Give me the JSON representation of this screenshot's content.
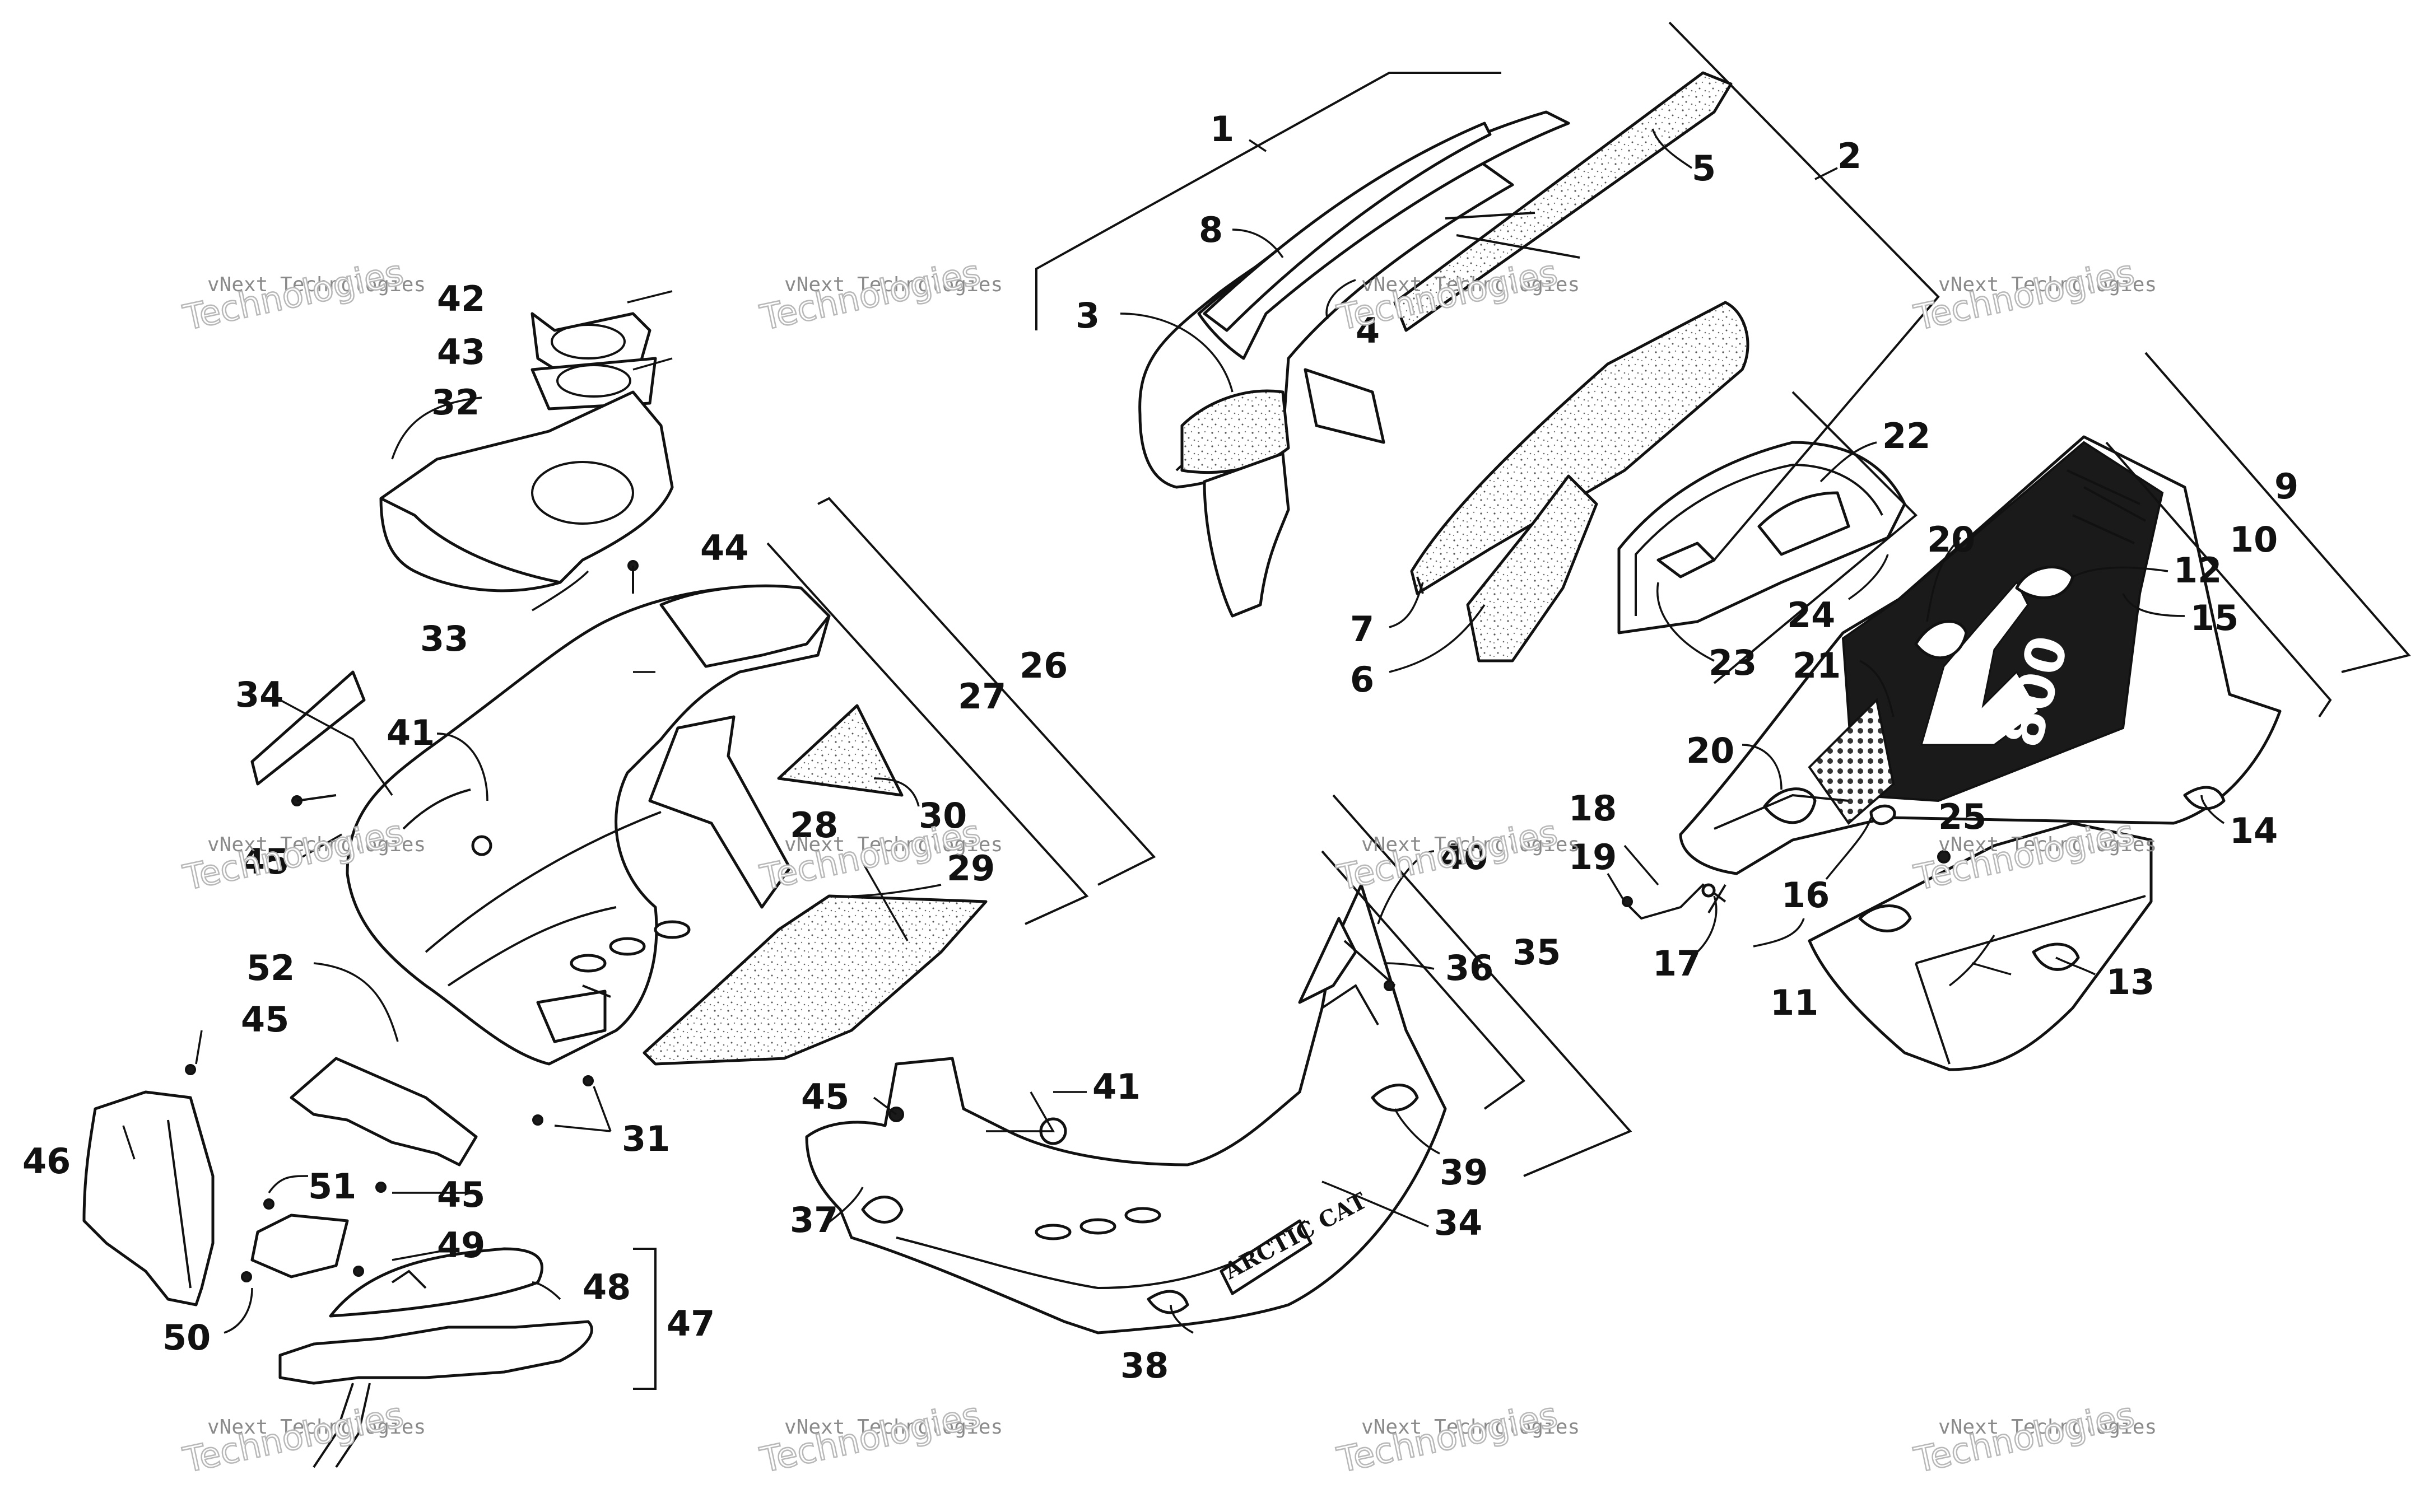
{
  "diagram": {
    "callouts": [
      "1",
      "2",
      "3",
      "4",
      "5",
      "6",
      "7",
      "8",
      "9",
      "10",
      "11",
      "12",
      "13",
      "14",
      "15",
      "16",
      "17",
      "18",
      "19",
      "20",
      "20",
      "21",
      "22",
      "23",
      "24",
      "25",
      "26",
      "27",
      "28",
      "29",
      "30",
      "31",
      "32",
      "33",
      "34",
      "34",
      "35",
      "36",
      "37",
      "38",
      "39",
      "40",
      "41",
      "41",
      "42",
      "43",
      "44",
      "45",
      "45",
      "45",
      "45",
      "46",
      "47",
      "48",
      "49",
      "50",
      "51",
      "52"
    ],
    "decal_text": "ARCTIC CAT",
    "logo_text": "800",
    "watermark": {
      "line1": "vNext Technologies",
      "line2": "Technologies"
    }
  }
}
